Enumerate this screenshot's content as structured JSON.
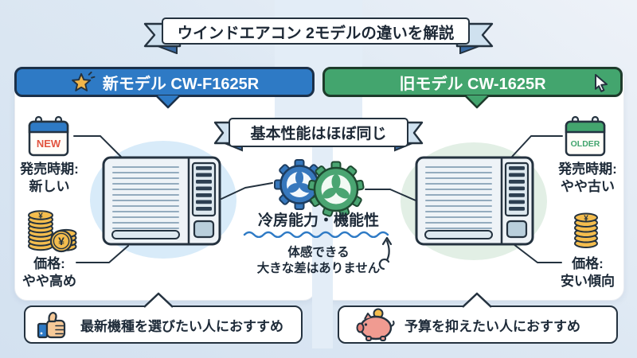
{
  "page": {
    "title": "ウインドエアコン 2モデルの違いを解説"
  },
  "center_banner": "基本性能はほぼ同じ",
  "new_model": {
    "name": "新モデル CW-F1625R",
    "badge": "NEW",
    "release_label": "発売時期:",
    "release_value": "新しい",
    "price_label": "価格:",
    "price_value": "やや高め",
    "recommendation": "最新機種を選びたい人におすすめ",
    "accent": "#2e7ac5"
  },
  "old_model": {
    "name": "旧モデル CW-1625R",
    "badge": "OLDER",
    "release_label": "発売時期:",
    "release_value": "やや古い",
    "price_label": "価格:",
    "price_value": "安い傾向",
    "recommendation": "予算を抑えたい人におすすめ",
    "accent": "#43a56e"
  },
  "comparison": {
    "feature": "冷房能力・機能性",
    "note_line1": "体感できる",
    "note_line2": "大きな差はありません"
  },
  "symbols": {
    "yen": "¥"
  },
  "colors": {
    "outline": "#24323f",
    "coin_gold": "#f4bd4e",
    "ribbon": "#cfe1ef",
    "ribbon_fold": "#3b6ba3",
    "badge_new_text": "#e2543f",
    "badge_older_text": "#43a56e"
  }
}
